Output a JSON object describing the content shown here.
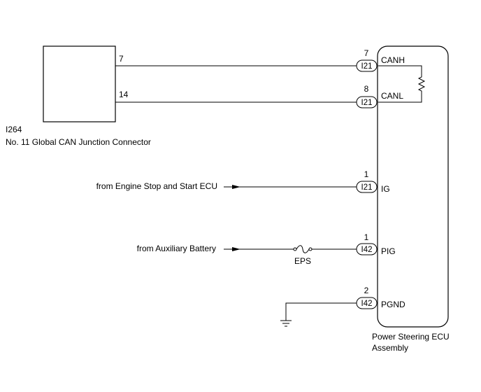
{
  "junction_connector": {
    "code": "I264",
    "name": "No. 11 Global CAN Junction Connector",
    "pins": [
      "7",
      "14"
    ]
  },
  "ecu": {
    "name_line1": "Power Steering ECU",
    "name_line2": "Assembly",
    "terminals": [
      {
        "pin": "7",
        "connector": "I21",
        "signal": "CANH"
      },
      {
        "pin": "8",
        "connector": "I21",
        "signal": "CANL"
      },
      {
        "pin": "1",
        "connector": "I21",
        "signal": "IG"
      },
      {
        "pin": "1",
        "connector": "I42",
        "signal": "PIG"
      },
      {
        "pin": "2",
        "connector": "I42",
        "signal": "PGND"
      }
    ]
  },
  "sources": {
    "ig": "from Engine Stop and Start ECU",
    "pig": "from Auxiliary Battery"
  },
  "fuse": {
    "label": "EPS"
  }
}
